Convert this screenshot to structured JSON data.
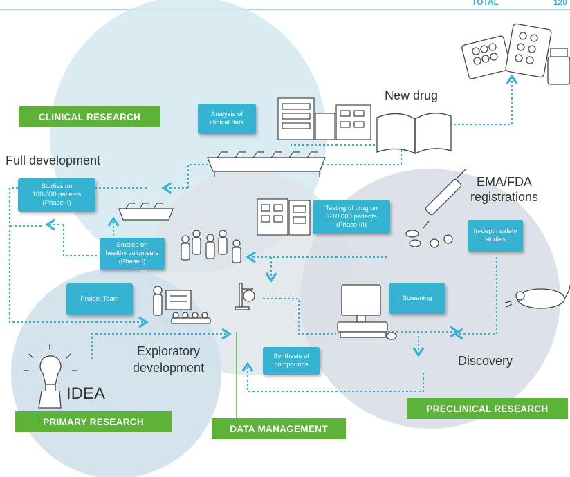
{
  "header": {
    "total_label": "TOTAL",
    "total_value": "120"
  },
  "colors": {
    "accent_blue": "#36b3d3",
    "accent_green": "#5cb338",
    "circle_blue": "#cfe3ec",
    "circle_grey": "#d9e1e6"
  },
  "areas": {
    "clinical": "CLINICAL RESEARCH",
    "primary": "PRIMARY RESEARCH",
    "data_management": "DATA MANAGEMENT",
    "preclinical": "PRECLINICAL RESEARCH"
  },
  "stages": {
    "new_drug": "New drug",
    "full_development": "Full development",
    "registrations": "EMA/FDA\nregistrations",
    "exploratory": "Exploratory\ndevelopment",
    "discovery": "Discovery",
    "idea": "IDEA"
  },
  "steps": {
    "analysis": "Analysis of\nclinical data",
    "phase2": "Studies on\n100-300 patients\n(Phase II)",
    "phase3": "Testing of drug on\n3-10,000 patients\n(Phase III)",
    "phase1": "Studies on\nhealthy volunteers\n(Phase I)",
    "safety": "In-depth safety\nstudies",
    "project_team": "Project Team",
    "screening": "Screening",
    "synthesis": "Synthesis of\ncompounds"
  },
  "icons": [
    "pill-packs-icon",
    "open-book-icon",
    "hospital-building-icon",
    "hospital-beds-icon",
    "people-group-icon",
    "syringe-pills-icon",
    "lab-mouse-icon",
    "lab-flask-icon",
    "computer-icon",
    "presentation-icon",
    "lightbulb-icon"
  ]
}
